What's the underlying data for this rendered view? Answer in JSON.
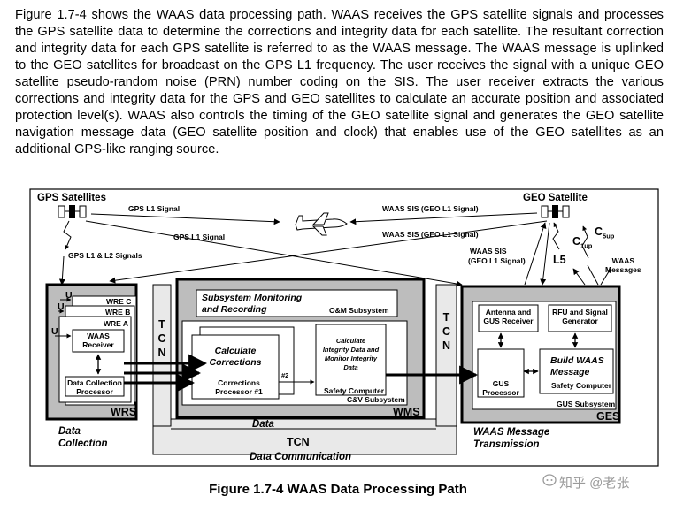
{
  "paragraph": "Figure 1.7-4 shows the WAAS data processing path.  WAAS receives the GPS satellite signals and processes the GPS satellite data to determine the corrections and integrity data for each satellite.  The resultant correction and integrity data for each GPS satellite is referred to as the WAAS message.  The WAAS message is uplinked to the GEO satellites for broadcast on the GPS L1 frequency.  The user receives the signal with a unique GEO satellite pseudo-random noise (PRN) number coding on the SIS.  The user receiver extracts the various corrections and integrity data for the GPS and GEO satellites to calculate an accurate position and associated protection level(s).  WAAS also controls the timing of the GEO satellite signal and generates the GEO satellite navigation message data (GEO satellite position and clock) that enables use of the GEO satellites as an additional GPS-like ranging source.",
  "caption": "Figure 1.7-4 WAAS Data Processing Path",
  "watermark": "知乎 @老张",
  "diagram": {
    "gps_satellites": "GPS Satellites",
    "geo_satellite": "GEO Satellite",
    "gps_l1_signal_top": "GPS L1 Signal",
    "gps_l1_signal_mid": "GPS L1 Signal",
    "waas_sis_top": "WAAS SIS (GEO L1 Signal)",
    "waas_sis_mid": "WAAS SIS (GEO L1 Signal)",
    "waas_sis_geo": "WAAS SIS",
    "geo_l1_signal": "(GEO L1 Signal)",
    "gps_l1_l2": "GPS L1 & L2 Signals",
    "l5": "L5",
    "c1up": "C",
    "c1up_sub": "1up",
    "c5up": "C",
    "c5up_sub": "5up",
    "waas_messages_1": "WAAS",
    "waas_messages_2": "Messages",
    "u": "U",
    "wre_c": "WRE C",
    "wre_b": "WRE B",
    "wre_a": "WRE A",
    "waas_receiver_1": "WAAS",
    "waas_receiver_2": "Receiver",
    "data_collection_processor_1": "Data Collection",
    "data_collection_processor_2": "Processor",
    "wrs": "WRS",
    "data_collection_1": "Data",
    "data_collection_2": "Collection",
    "tcn": [
      "T",
      "C",
      "N"
    ],
    "subsystem_monitoring_1": "Subsystem Monitoring",
    "subsystem_monitoring_2": "and  Recording",
    "om_subsystem": "O&M Subsystem",
    "calculate_corrections_1": "Calculate",
    "calculate_corrections_2": "Corrections",
    "corrections_processor_1": "Corrections",
    "corrections_processor_2": "Processor #1",
    "processor_2": "#2",
    "calc_integrity_1": "Calculate",
    "calc_integrity_2": "Integrity Data and",
    "calc_integrity_3": "Monitor Integrity",
    "calc_integrity_4": "Data",
    "safety_computer": "Safety Computer",
    "cv_subsystem": "C&V Subsystem",
    "wms": "WMS",
    "antenna_gus_1": "Antenna and",
    "antenna_gus_2": "GUS Receiver",
    "rfu_signal_1": "RFU and Signal",
    "rfu_signal_2": "Generator",
    "gus_processor_1": "GUS",
    "gus_processor_2": "Processor",
    "build_waas_1": "Build WAAS",
    "build_waas_2": "Message",
    "safety_computer_ges": "Safety Computer",
    "gus_subsystem": "GUS Subsystem",
    "ges": "GES",
    "data": "Data",
    "tcn_bottom": "TCN",
    "data_communication": "Data Communication",
    "waas_msg_tx_1": "WAAS Message",
    "waas_msg_tx_2": "Transmission"
  }
}
